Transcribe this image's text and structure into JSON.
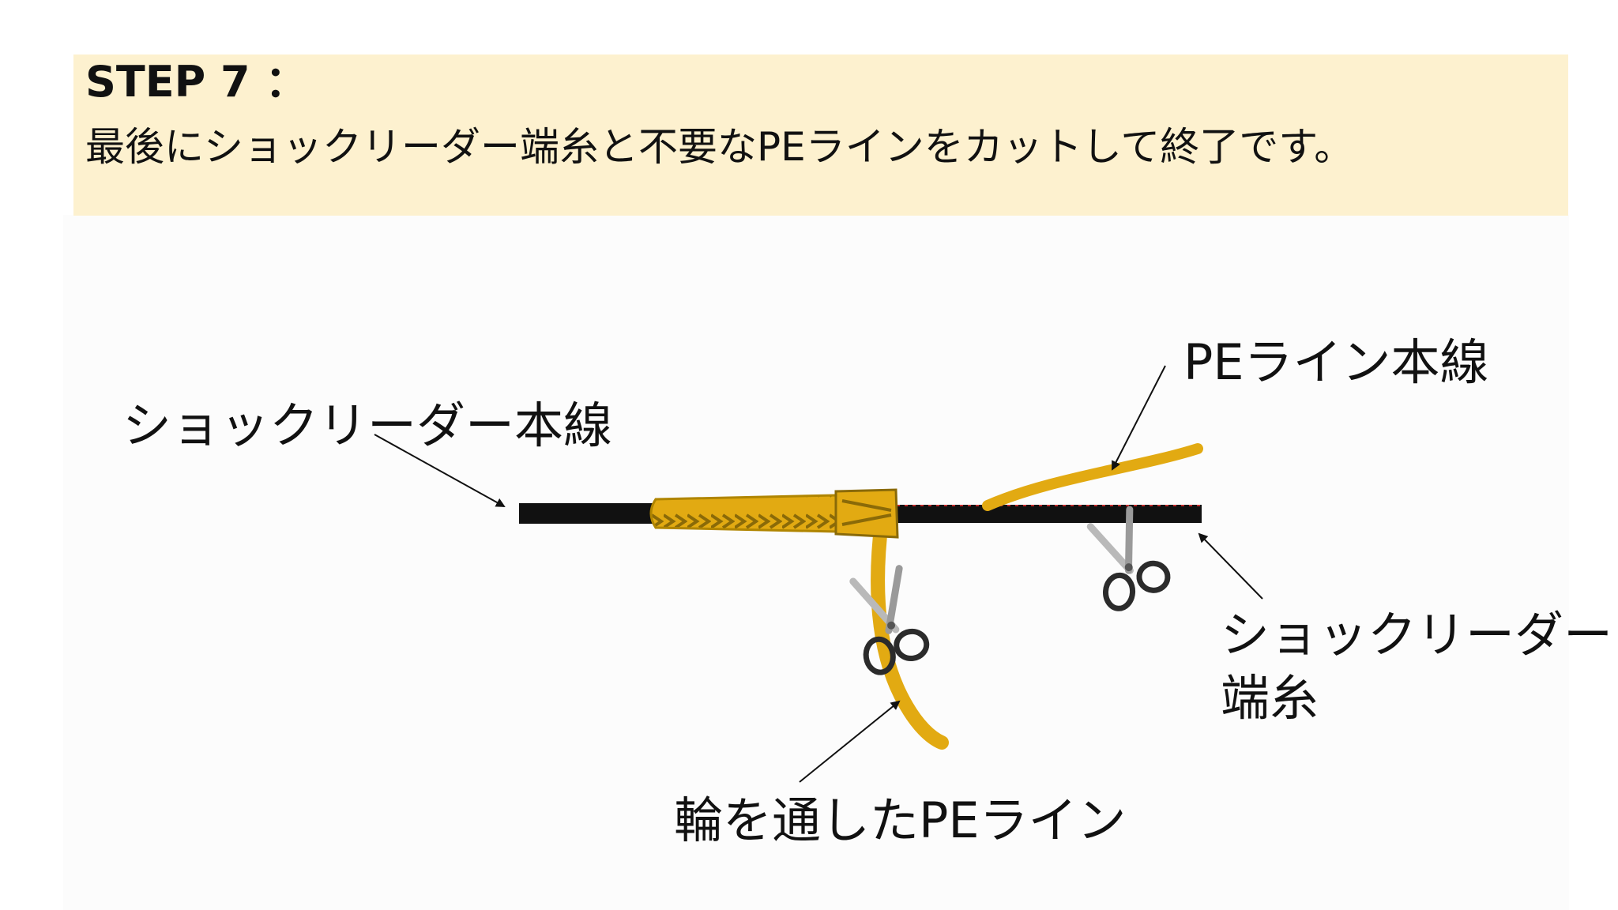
{
  "header": {
    "title": "STEP 7 ：",
    "description": "最後にショックリーダー端糸と不要なPEラインをカットして終了です。"
  },
  "diagram": {
    "labels": {
      "leader_main": "ショックリーダー本線",
      "pe_main": "PEライン本線",
      "leader_tag_line1": "ショックリーダー",
      "leader_tag_line2": "端糸",
      "pe_loop": "輪を通したPEライン"
    },
    "colors": {
      "leader": "#111111",
      "pe_line": "#e2aa12",
      "pe_line_dark": "#8a6a08",
      "header_bg": "#fdf1cf",
      "scissors_blade": "#b9b9b9",
      "scissors_handle": "#2b2b2b"
    },
    "icons": {
      "scissors": "scissors-icon"
    }
  }
}
